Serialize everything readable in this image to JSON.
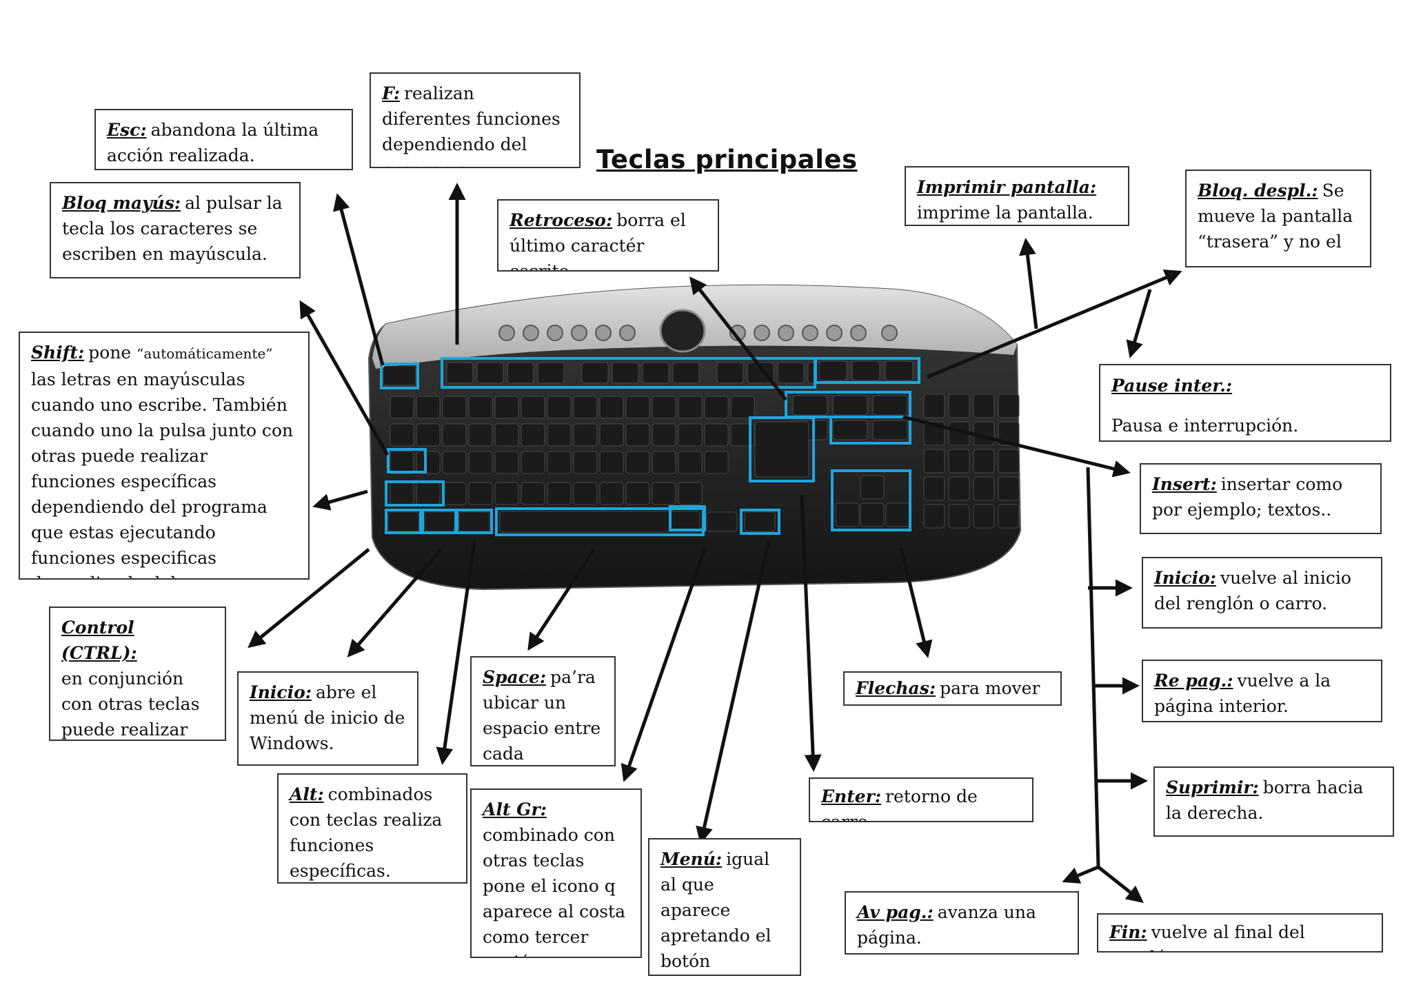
{
  "title": "Teclas principales",
  "callouts": {
    "esc": {
      "term": "Esc:",
      "text": "abandona la última acción realizada."
    },
    "f": {
      "term": "F:",
      "text": "realizan diferentes funciones dependiendo del programa."
    },
    "bloq_mayus": {
      "term": "Bloq mayús:",
      "text": "al pulsar la tecla los caracteres se escriben en mayúscula."
    },
    "retroceso": {
      "term": "Retroceso:",
      "text": "borra el último caractér escrito."
    },
    "imprimir_pantalla": {
      "term": "Imprimir pantalla:",
      "text": "imprime la pantalla."
    },
    "bloq_despl": {
      "term": "Bloq. despl.:",
      "text": "Se mueve la pantalla “trasera” y no el"
    },
    "shift": {
      "term": "Shift:",
      "text_a": "pone",
      "text_small": "“automáticamente”",
      "text_b": "las letras en mayúsculas cuando uno escribe. También cuando uno la pulsa junto con otras puede realizar funciones específicas dependiendo del programa que estas ejecutando funciones especificas dependiendo del programa que se este ejecutando."
    },
    "pause": {
      "term": "Pause inter.:",
      "text": "Pausa e interrupción."
    },
    "insert": {
      "term": "Insert:",
      "text": "insertar como por ejemplo; textos.."
    },
    "inicio_reng": {
      "term": "Inicio:",
      "text": "vuelve al inicio del renglón o carro."
    },
    "re_pag": {
      "term": "Re pag.:",
      "text": "vuelve a la página interior."
    },
    "suprimir": {
      "term": "Suprimir:",
      "text": "borra hacia la derecha."
    },
    "control": {
      "term": "Control (CTRL):",
      "text": "en conjunción con otras teclas puede realizar funciones especiales."
    },
    "inicio_win": {
      "term": "Inicio:",
      "text": "abre el menú de inicio de Windows."
    },
    "space": {
      "term": "Space:",
      "text": "pa’ra ubicar un espacio entre cada caracatér."
    },
    "flechas": {
      "term": "Flechas:",
      "text": "para mover el"
    },
    "alt": {
      "term": "Alt:",
      "text": "combinados con teclas realiza funciones específicas."
    },
    "alt_gr": {
      "term": "Alt Gr:",
      "text": "combinado con otras teclas pone el icono q aparece al costa como tercer opción en"
    },
    "menu": {
      "term": "Menú:",
      "text": "igual al que aparece apretando el botón izquierdo del mouse."
    },
    "enter": {
      "term": "Enter:",
      "text": "retorno de carro."
    },
    "av_pag": {
      "term": "Av pag.:",
      "text": "avanza una página."
    },
    "fin": {
      "term": "Fin:",
      "text": "vuelve al final del renglón."
    }
  },
  "colors": {
    "highlight": "#1ea5dd",
    "arrow": "#111111",
    "keyboard_body": "#2a2a2a",
    "keyboard_top": "#c9c9c9"
  }
}
